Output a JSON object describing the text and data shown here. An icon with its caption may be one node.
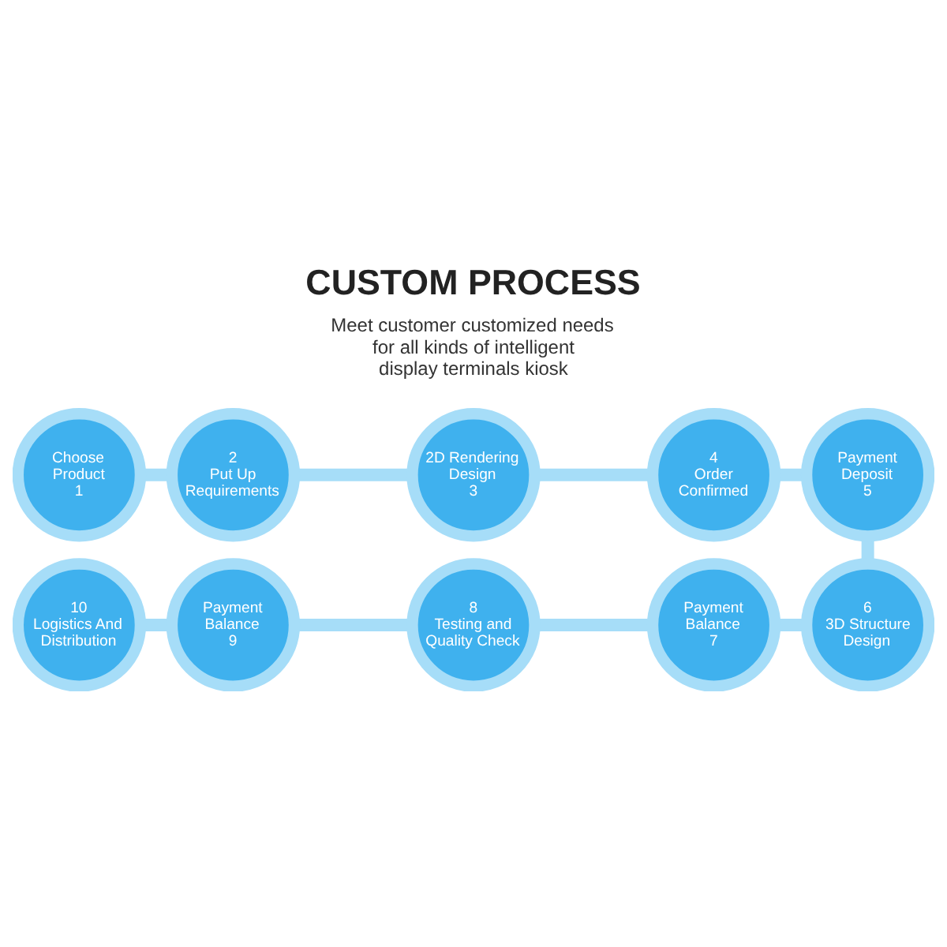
{
  "diagram": {
    "title": "CUSTOM PROCESS",
    "nodes": [
      {
        "text": [
          "Choose Product",
          "1"
        ]
      },
      {
        "text": [
          "2",
          "Put Up Requirements"
        ]
      },
      {
        "text": [
          "2D Rendering Design",
          "3"
        ]
      },
      {
        "text": [
          "4",
          "Order Confirmed"
        ]
      },
      {
        "text": [
          "Payment Deposit",
          "5"
        ]
      },
      {
        "text": [
          "6",
          "3D Structure Design"
        ]
      },
      {
        "text": [
          "Payment Balance",
          "7"
        ]
      },
      {
        "text": [
          "8",
          "Testing and Quality Check"
        ]
      },
      {
        "text": [
          "Payment Balance",
          "9"
        ]
      },
      {
        "text": [
          "10",
          "Logistics And Distribution"
        ]
      }
    ],
    "edges": [
      {
        "from": 0,
        "to": 1,
        "arrow": "none"
      },
      {
        "from": 1,
        "to": 2,
        "arrow": "none"
      },
      {
        "from": 2,
        "to": 3,
        "arrow": "none"
      },
      {
        "from": 3,
        "to": 4,
        "arrow": "none"
      },
      {
        "from": 4,
        "to": 5,
        "arrow": "none"
      },
      {
        "from": 5,
        "to": 6,
        "arrow": "none"
      },
      {
        "from": 6,
        "to": 7,
        "arrow": "none"
      },
      {
        "from": 7,
        "to": 8,
        "arrow": "none"
      },
      {
        "from": 8,
        "to": 9,
        "arrow": "none"
      }
    ],
    "labels": [
      "Meet customer customized needs for all kinds of intelligent display terminals kiosk"
    ]
  }
}
